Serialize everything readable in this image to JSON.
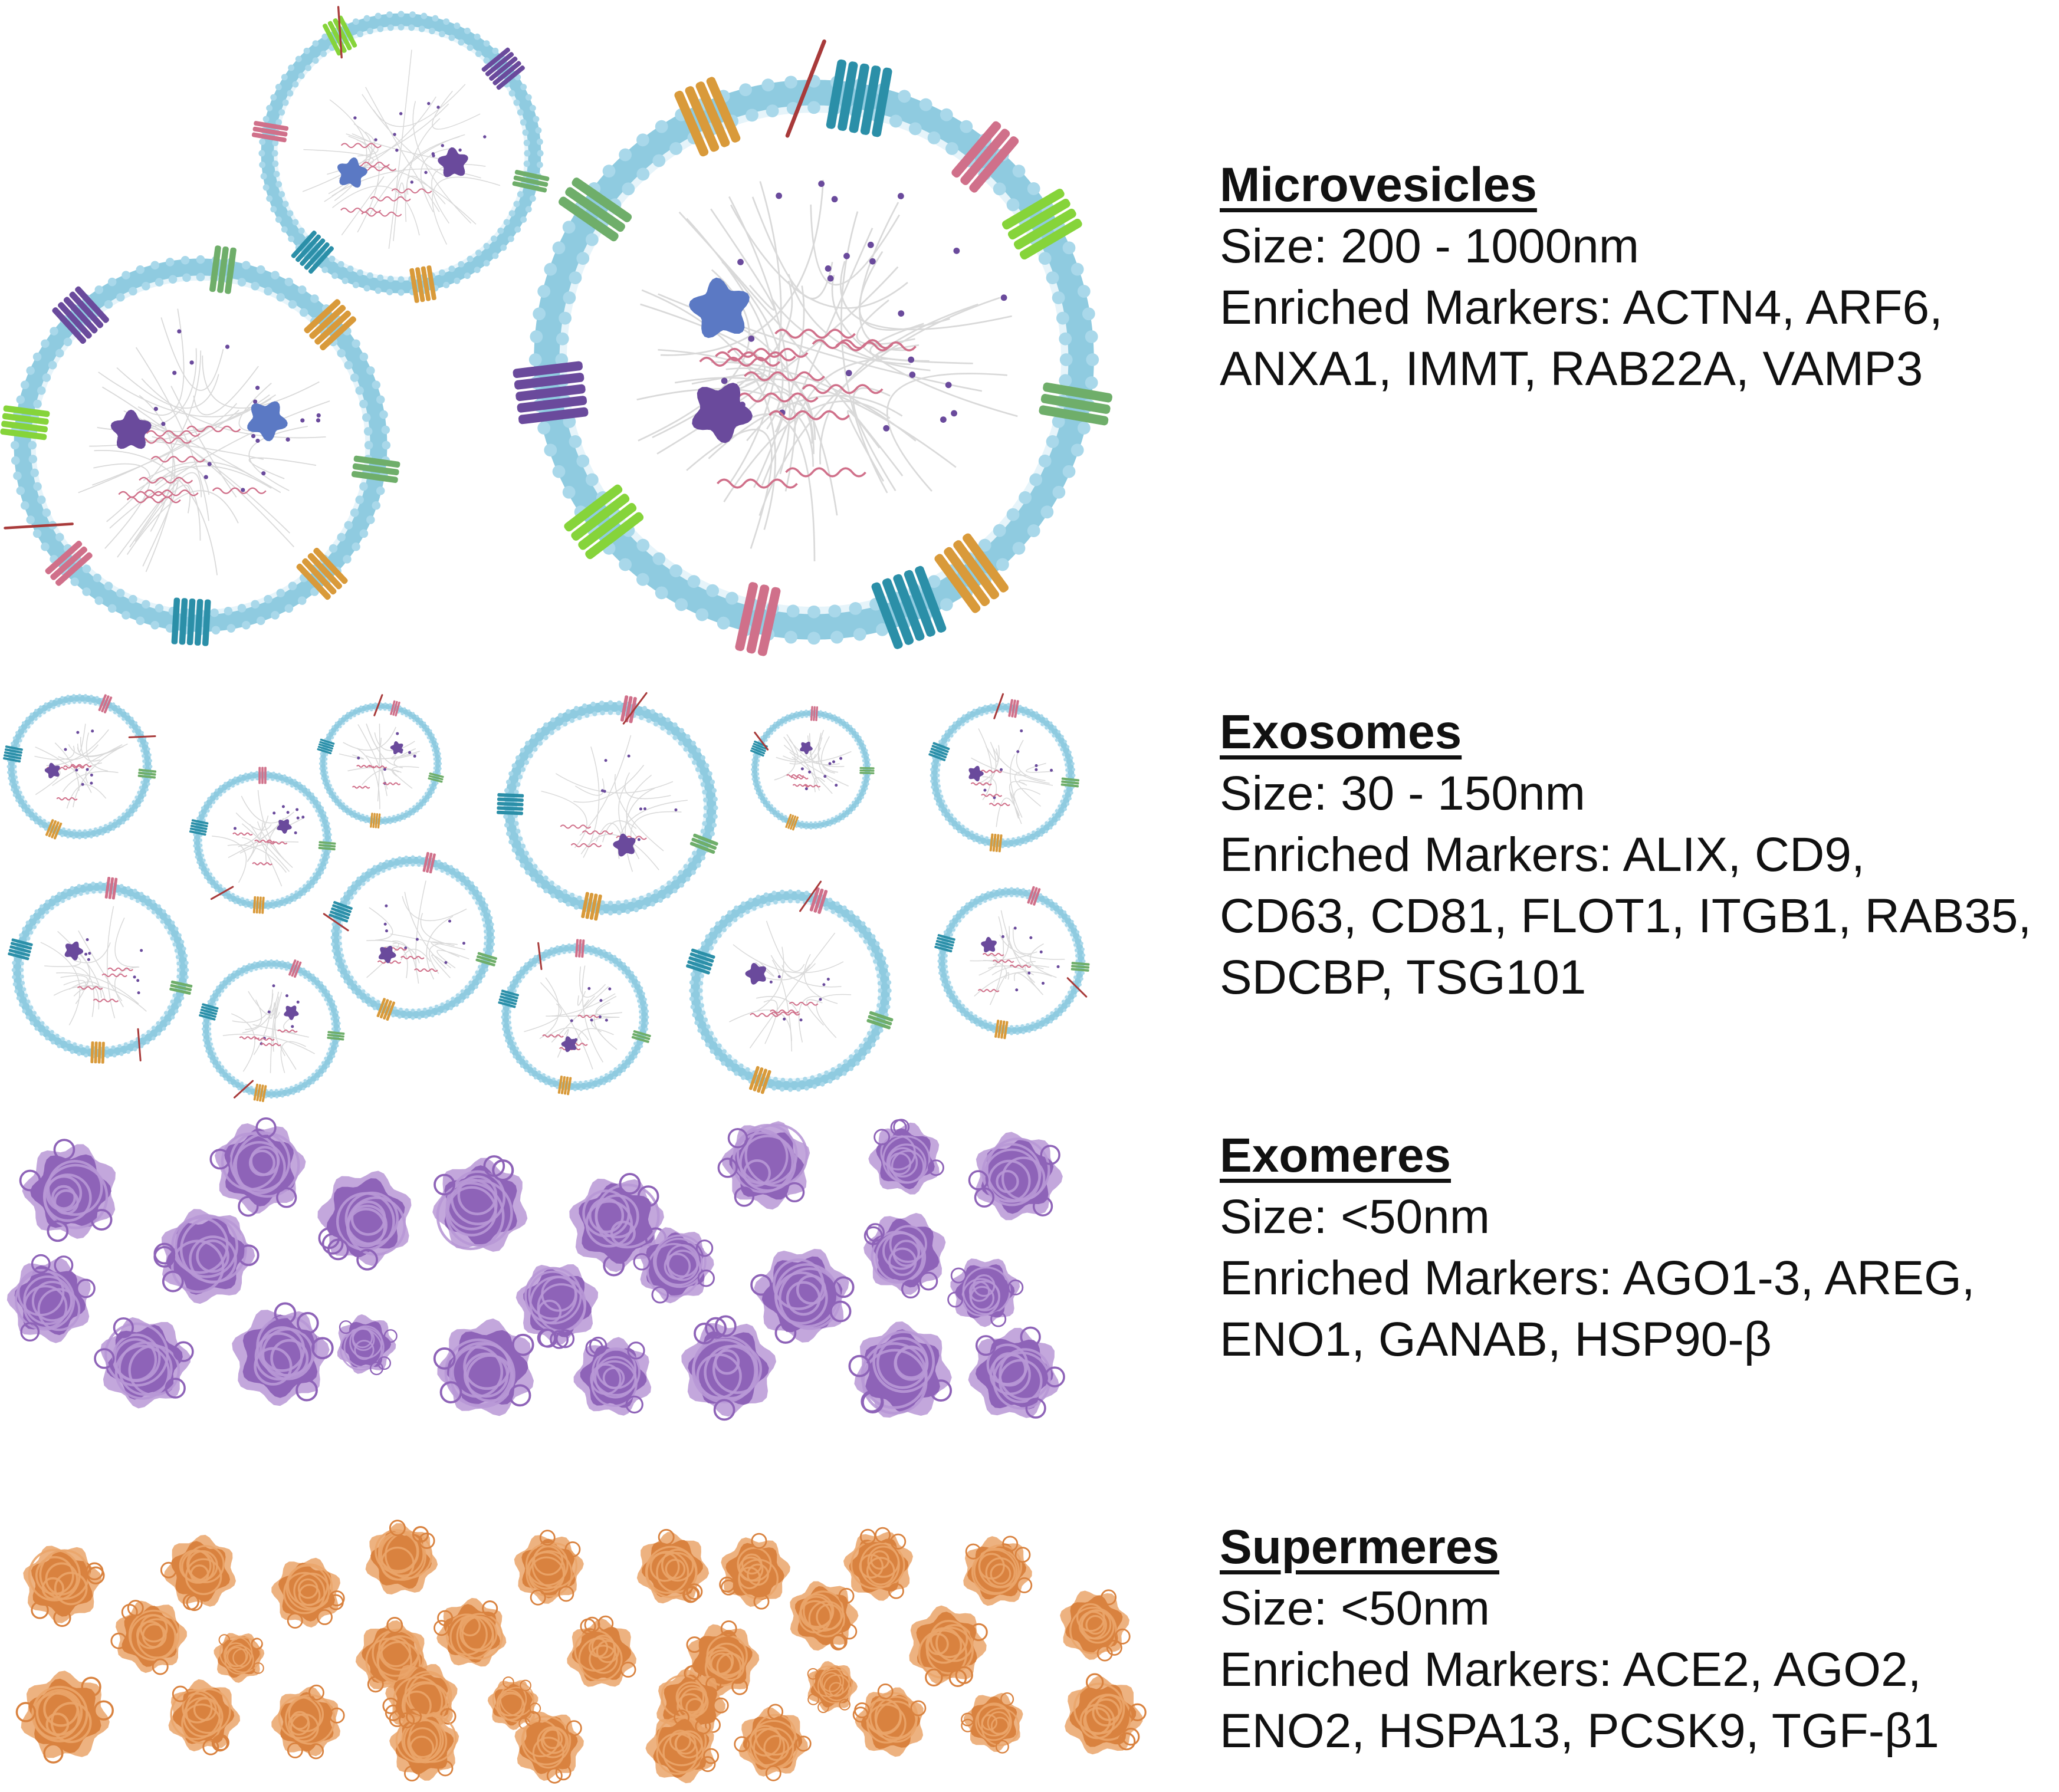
{
  "colors": {
    "membrane": "#8fcbe0",
    "membrane_bead": "#a9d8ea",
    "exomere": "#8e63b8",
    "exomere_light": "#b898d6",
    "supermere": "#d9823f",
    "supermere_light": "#eaa56a",
    "protein_purple": "#6a4a9c",
    "protein_blue": "#5b79c4",
    "protein_red": "#a3243a",
    "receptor_green": "#6fae6a",
    "receptor_orange": "#d99a3a",
    "receptor_teal": "#2b8fa8",
    "receptor_pink": "#d0708a",
    "lime": "#86d43a",
    "strand_red": "#a83a3a"
  },
  "sections": [
    {
      "title": "Microvesicles",
      "size": "Size: 200 - 1000nm",
      "markers_lines": [
        "Enriched Markers: ACTN4, ARF6,",
        "ANXA1, IMMT, RAB22A, VAMP3"
      ]
    },
    {
      "title": "Exosomes",
      "size": "Size: 30 - 150nm",
      "markers_lines": [
        "Enriched Markers: ALIX, CD9,",
        "CD63, CD81, FLOT1, ITGB1, RAB35,",
        "SDCBP, TSG101"
      ]
    },
    {
      "title": "Exomeres",
      "size": "Size: <50nm",
      "markers_lines": [
        "Enriched Markers: AGO1-3, AREG,",
        "ENO1, GANAB, HSP90-β"
      ]
    },
    {
      "title": "Supermeres",
      "size": "Size: <50nm",
      "markers_lines": [
        "Enriched Markers: ACE2, AGO2,",
        "ENO2, HSPA13, PCSK9, TGF-β1"
      ]
    }
  ],
  "icons": {
    "microvesicle": "microvesicle-icon",
    "exosome": "exosome-icon",
    "exomere": "exomere-particle-icon",
    "supermere": "supermere-particle-icon"
  }
}
